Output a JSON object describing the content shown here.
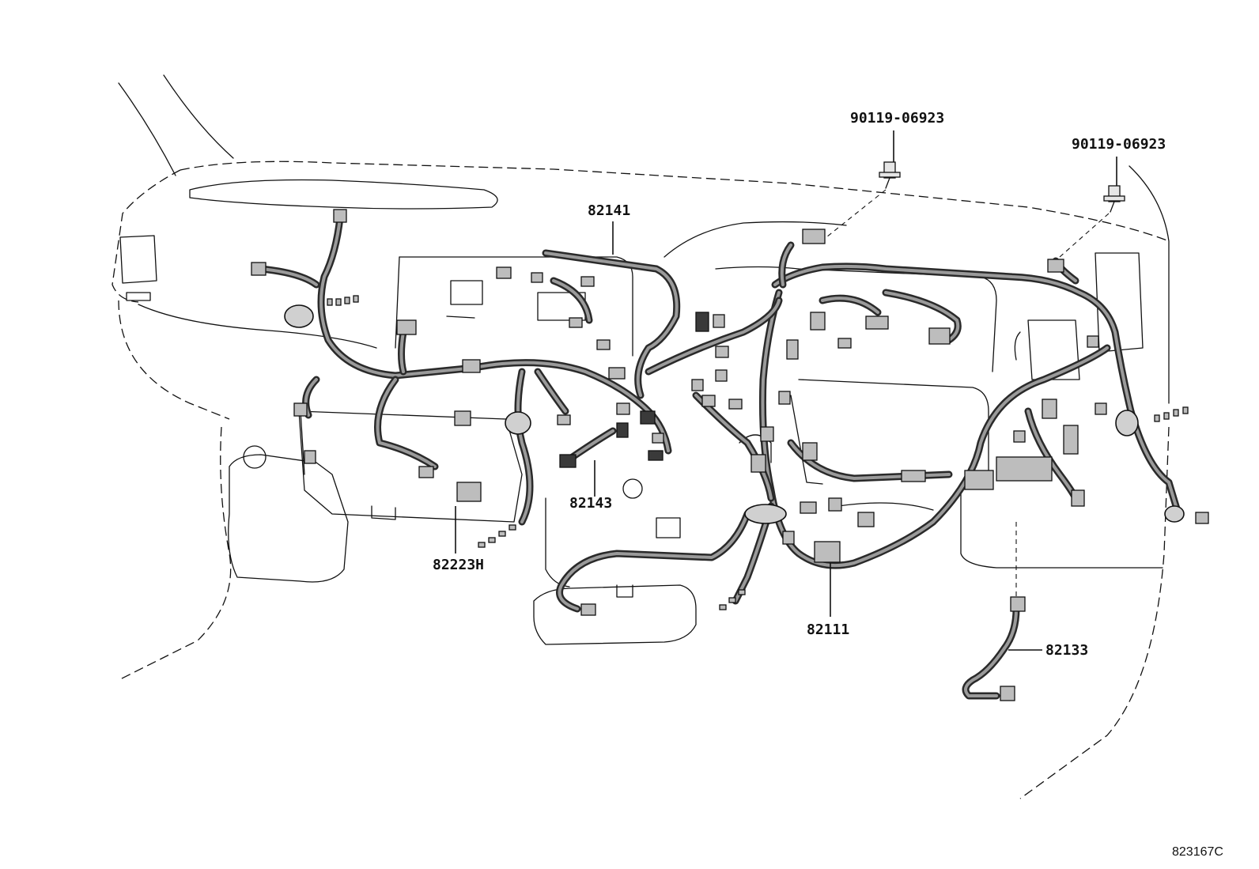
{
  "labels": {
    "bolt_a": "90119-06923",
    "bolt_b": "90119-06923",
    "harness_82141": "82141",
    "harness_82143": "82143",
    "part_82223h": "82223H",
    "harness_82111": "82111",
    "harness_82133": "82133"
  },
  "figure_ref": "823167C"
}
